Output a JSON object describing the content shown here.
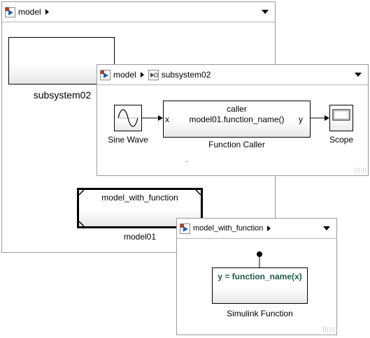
{
  "windows": {
    "model": {
      "breadcrumb": [
        "model"
      ],
      "blocks": {
        "subsystem_label": "subsystem02",
        "model_ref_name": "model_with_function",
        "model_ref_label": "model01"
      }
    },
    "subsystem": {
      "breadcrumb": [
        "model",
        "subsystem02"
      ],
      "blocks": {
        "sine_label": "Sine Wave",
        "caller_title": "caller",
        "caller_call": "model01.function_name()",
        "caller_port_in": "x",
        "caller_port_out": "y",
        "caller_label": "Function Caller",
        "scope_label": "Scope"
      }
    },
    "function_model": {
      "breadcrumb": [
        "model_with_function"
      ],
      "blocks": {
        "function_signature": "y = function_name(x)",
        "function_label": "Simulink Function"
      }
    }
  },
  "colors": {
    "function_text": "#1b5e45",
    "model_icon_accent": "#c8321e",
    "model_icon_play": "#1a5fb4"
  },
  "icons": [
    "model-icon",
    "subsystem-icon",
    "breadcrumb-arrow-icon",
    "dropdown-arrow-icon",
    "sine-wave-icon",
    "scope-icon"
  ]
}
